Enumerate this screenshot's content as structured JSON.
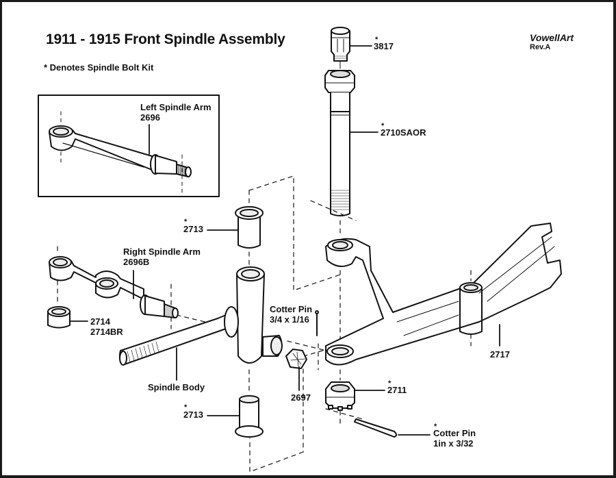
{
  "header": {
    "title": "1911 - 1915 Front Spindle Assembly",
    "note": "* Denotes Spindle Bolt Kit",
    "brand": "VowellArt",
    "revision": "Rev.A"
  },
  "kit_marker": "*",
  "parts": {
    "grease_cup": {
      "number": "3817",
      "in_kit": true
    },
    "spindle_bolt": {
      "number": "2710SAOR",
      "in_kit": true
    },
    "left_spindle_arm": {
      "name": "Left Spindle Arm",
      "number": "2696",
      "in_kit": false
    },
    "upper_bushing": {
      "number": "2713",
      "in_kit": true
    },
    "right_spindle_arm": {
      "name": "Right Spindle Arm",
      "number": "2696B",
      "in_kit": false
    },
    "arm_bushing": {
      "number_1": "2714",
      "number_2": "2714BR",
      "in_kit": false
    },
    "small_cotter_pin": {
      "name": "Cotter Pin",
      "size": "3/4 x 1/16",
      "in_kit": false
    },
    "spindle_body": {
      "name": "Spindle Body",
      "in_kit": false
    },
    "arm_nut": {
      "number": "2697",
      "in_kit": false
    },
    "lower_bushing": {
      "number": "2713",
      "in_kit": true
    },
    "axle": {
      "number": "2717",
      "in_kit": false
    },
    "bolt_nut": {
      "number": "2711",
      "in_kit": true
    },
    "large_cotter_pin": {
      "name": "Cotter Pin",
      "size": "1in x 3/32",
      "in_kit": true
    }
  }
}
